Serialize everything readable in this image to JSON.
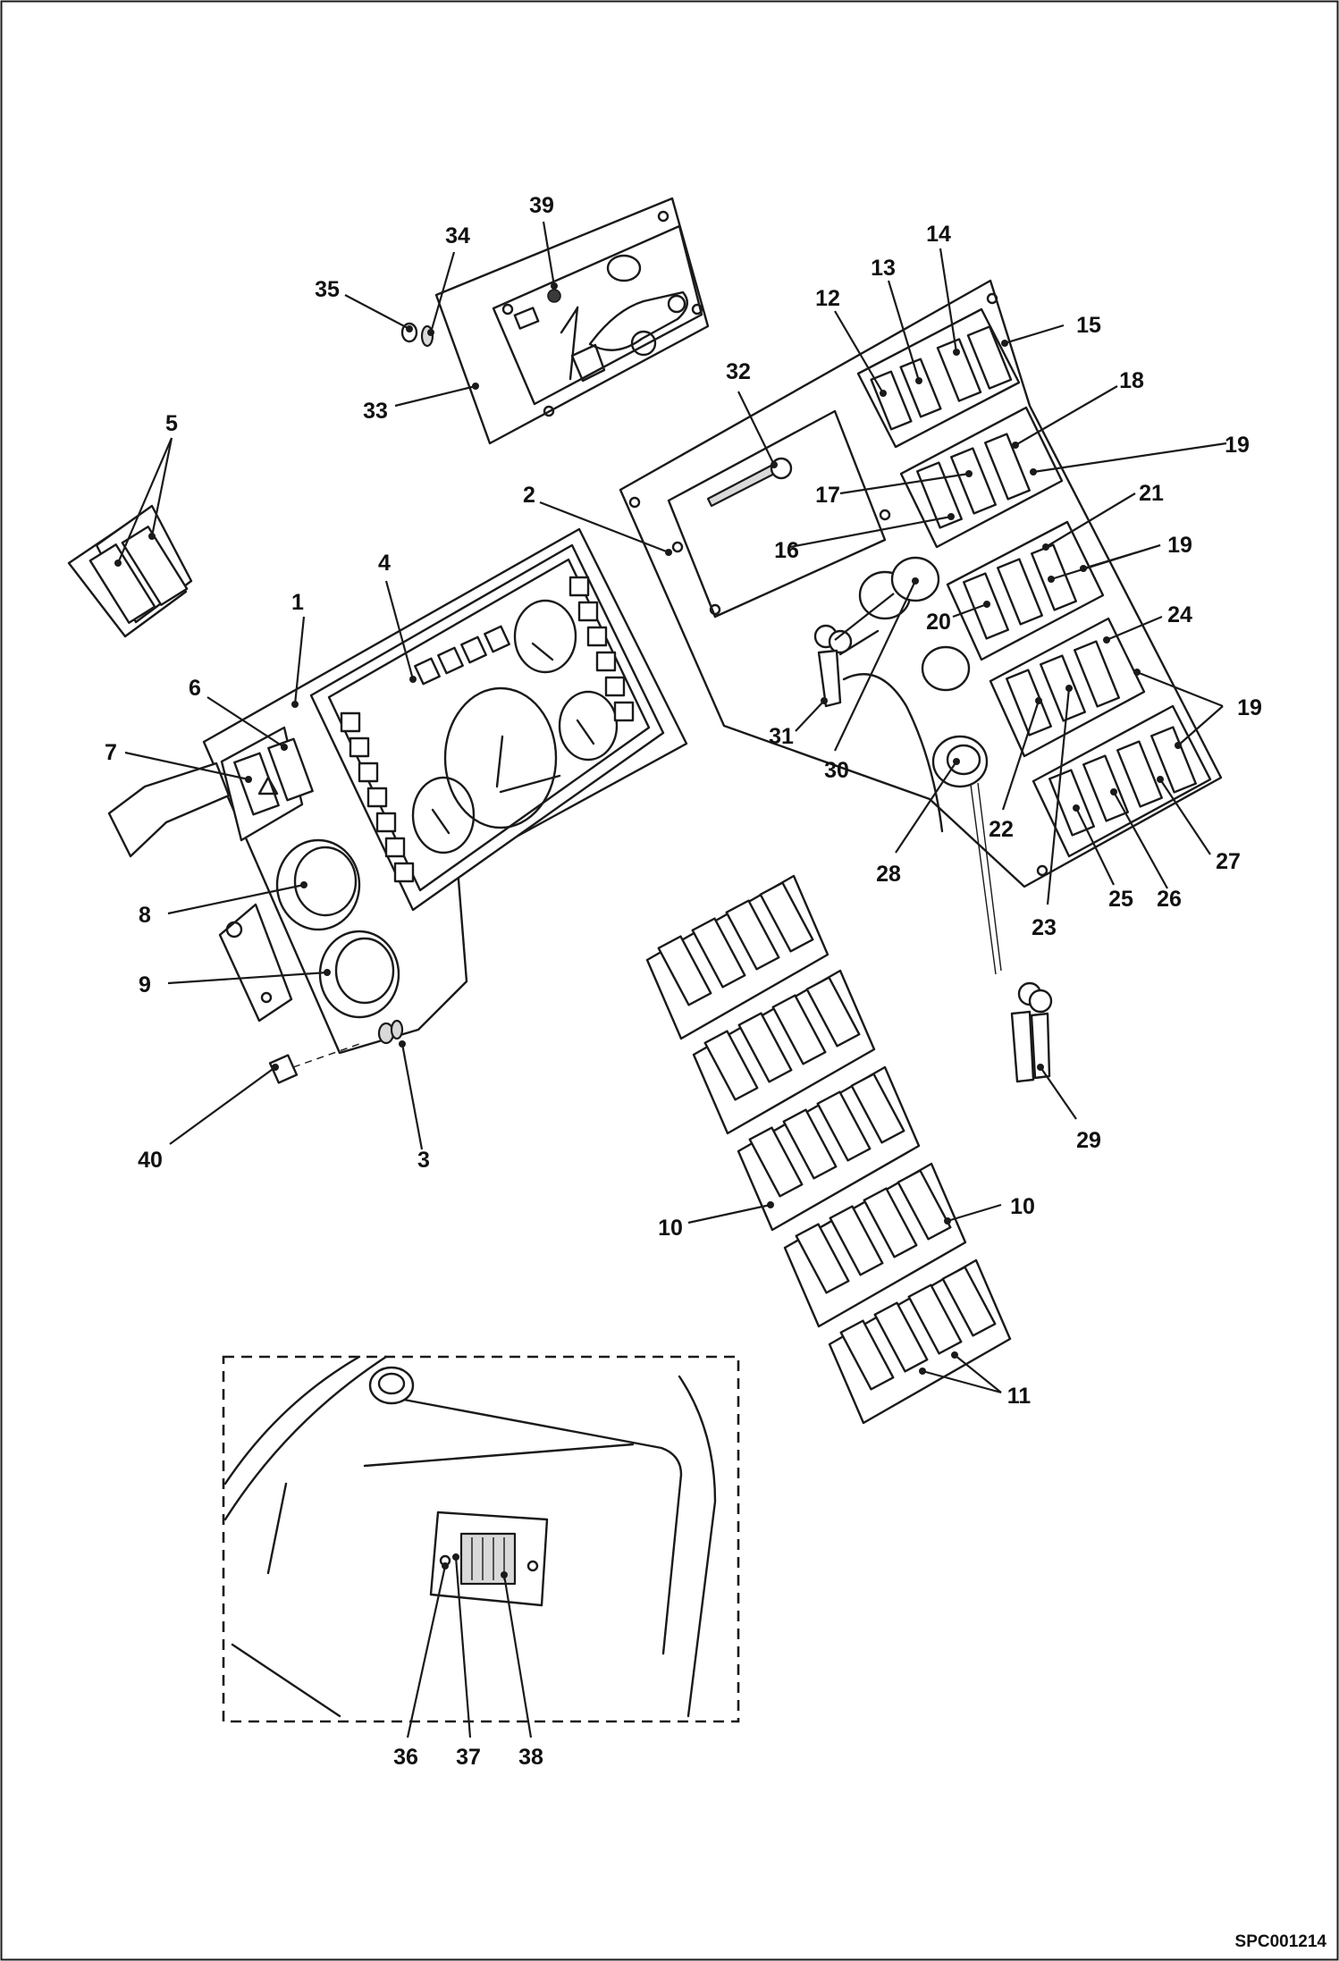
{
  "figure": {
    "reference_code": "SPC001214",
    "callouts": [
      {
        "id": "1",
        "text": "1"
      },
      {
        "id": "2",
        "text": "2"
      },
      {
        "id": "3",
        "text": "3"
      },
      {
        "id": "4",
        "text": "4"
      },
      {
        "id": "5",
        "text": "5"
      },
      {
        "id": "6",
        "text": "6"
      },
      {
        "id": "7",
        "text": "7"
      },
      {
        "id": "8",
        "text": "8"
      },
      {
        "id": "9",
        "text": "9"
      },
      {
        "id": "10a",
        "text": "10"
      },
      {
        "id": "10b",
        "text": "10"
      },
      {
        "id": "11",
        "text": "11"
      },
      {
        "id": "12",
        "text": "12"
      },
      {
        "id": "13",
        "text": "13"
      },
      {
        "id": "14",
        "text": "14"
      },
      {
        "id": "15",
        "text": "15"
      },
      {
        "id": "16",
        "text": "16"
      },
      {
        "id": "17",
        "text": "17"
      },
      {
        "id": "18",
        "text": "18"
      },
      {
        "id": "19a",
        "text": "19"
      },
      {
        "id": "19b",
        "text": "19"
      },
      {
        "id": "19c",
        "text": "19"
      },
      {
        "id": "20",
        "text": "20"
      },
      {
        "id": "21",
        "text": "21"
      },
      {
        "id": "22",
        "text": "22"
      },
      {
        "id": "23",
        "text": "23"
      },
      {
        "id": "24",
        "text": "24"
      },
      {
        "id": "25",
        "text": "25"
      },
      {
        "id": "26",
        "text": "26"
      },
      {
        "id": "27",
        "text": "27"
      },
      {
        "id": "28",
        "text": "28"
      },
      {
        "id": "29",
        "text": "29"
      },
      {
        "id": "30",
        "text": "30"
      },
      {
        "id": "31",
        "text": "31"
      },
      {
        "id": "32",
        "text": "32"
      },
      {
        "id": "33",
        "text": "33"
      },
      {
        "id": "34",
        "text": "34"
      },
      {
        "id": "35",
        "text": "35"
      },
      {
        "id": "36",
        "text": "36"
      },
      {
        "id": "37",
        "text": "37"
      },
      {
        "id": "38",
        "text": "38"
      },
      {
        "id": "39",
        "text": "39"
      },
      {
        "id": "40",
        "text": "40"
      }
    ]
  }
}
